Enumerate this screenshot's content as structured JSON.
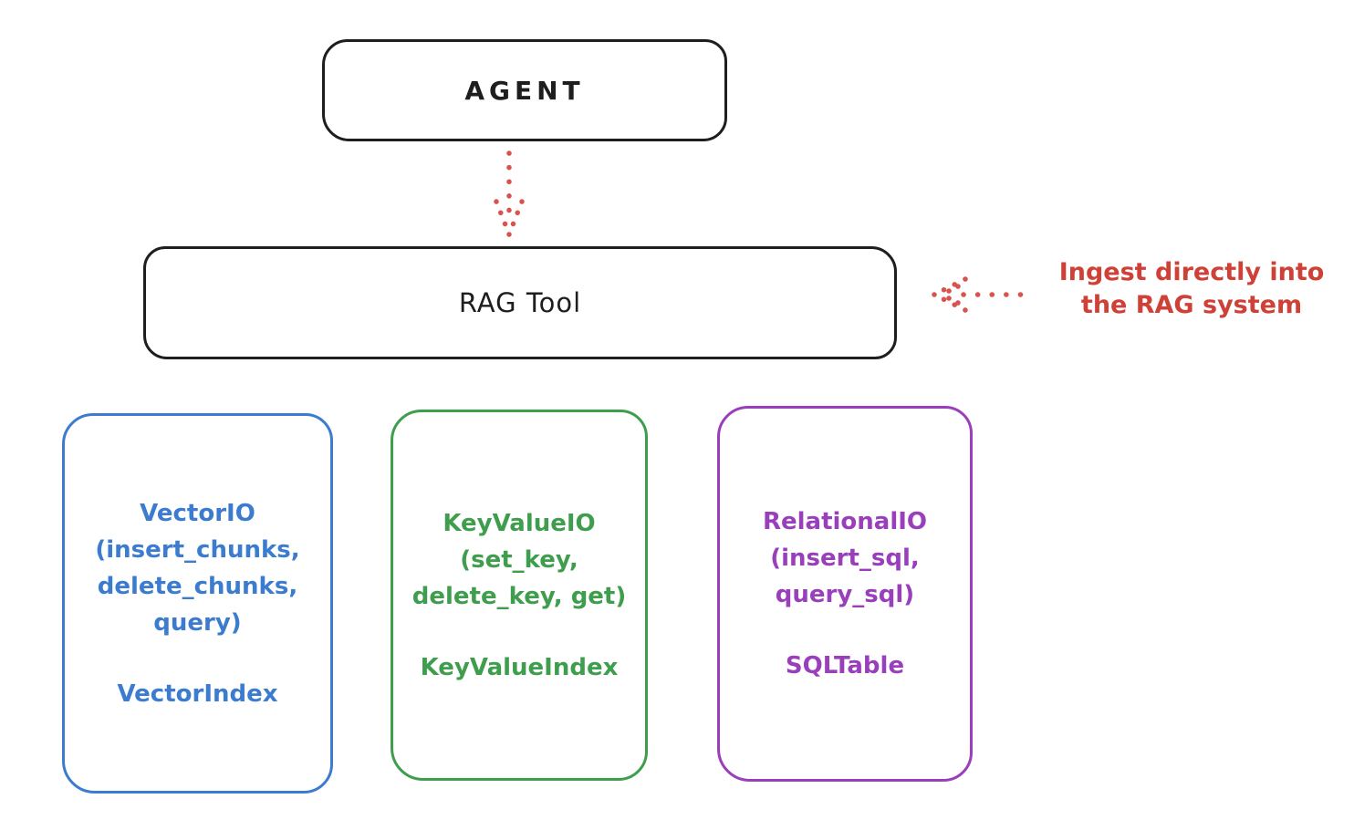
{
  "colors": {
    "stroke_black": "#1e1e1e",
    "red_text": "#cf4037",
    "red_arrow": "#d9534e",
    "blue": "#3b7cd0",
    "green": "#3f9e4d",
    "purple": "#9a3fbc",
    "background": "#ffffff"
  },
  "agent_box": {
    "label": "AGENT"
  },
  "rag_box": {
    "label": "RAG Tool"
  },
  "annotation": {
    "line1": "Ingest directly into",
    "line2": "the RAG system"
  },
  "arrows": {
    "agent_to_rag": {
      "style": "dotted",
      "direction": "down",
      "color": "#d9534e",
      "from": "AGENT",
      "to": "RAG Tool"
    },
    "ingest_to_rag": {
      "style": "dotted",
      "direction": "left",
      "color": "#d9534e",
      "from": "annotation",
      "to": "RAG Tool"
    }
  },
  "io_boxes": {
    "vector": {
      "color": "#3b7cd0",
      "lines": [
        "VectorIO",
        "(insert_chunks,",
        "delete_chunks,",
        "query)"
      ],
      "footer": "VectorIndex"
    },
    "keyvalue": {
      "color": "#3f9e4d",
      "lines": [
        "KeyValueIO",
        "(set_key,",
        "delete_key, get)"
      ],
      "footer": "KeyValueIndex"
    },
    "relational": {
      "color": "#9a3fbc",
      "lines": [
        "RelationalIO",
        "(insert_sql,",
        "query_sql)"
      ],
      "footer": "SQLTable"
    }
  }
}
